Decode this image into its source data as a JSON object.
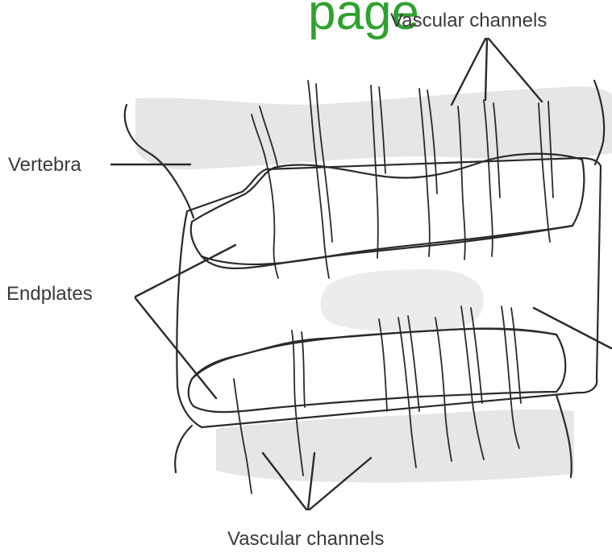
{
  "banner": {
    "text": "page",
    "color": "#2fa12f"
  },
  "labels": {
    "vascular_top": "Vascular channels",
    "vertebra": "Vertebra",
    "endplates": "Endplates",
    "vascular_bottom": "Vascular channels"
  },
  "colors": {
    "bone": "#e6e6e6",
    "disc": "#c9c9c9",
    "endplate": "#a9a9a9",
    "nucleus": "#ececec",
    "ink": "#2a2a2a"
  }
}
